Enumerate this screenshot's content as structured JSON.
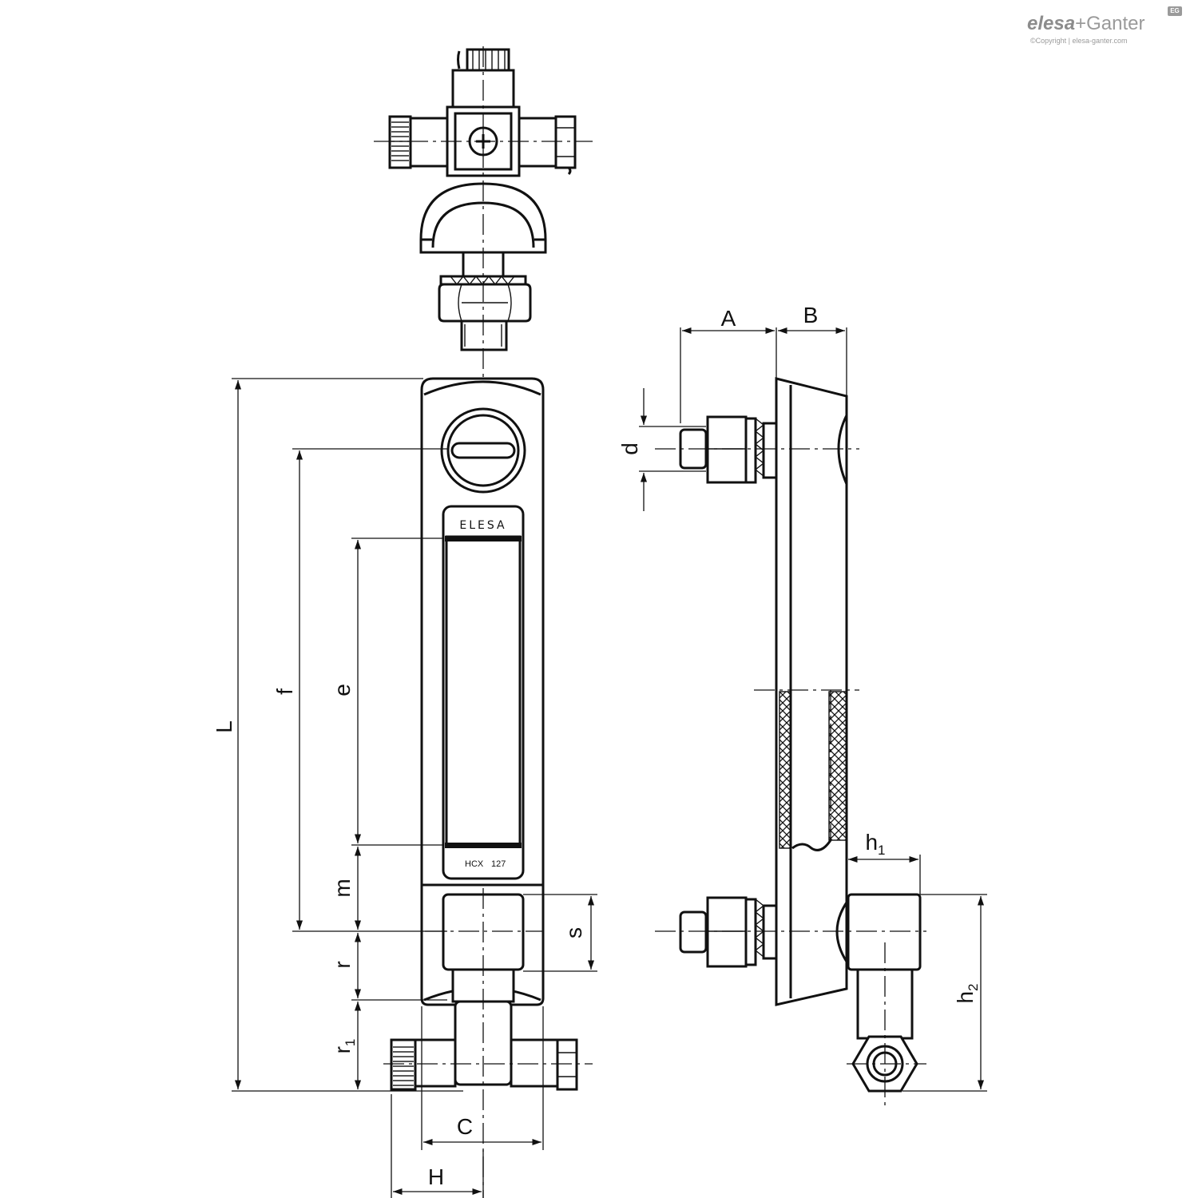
{
  "logo": {
    "brand_left": "elesa",
    "brand_right": "+Ganter",
    "copyright": "©Copyright | elesa-ganter.com",
    "badge": "EG"
  },
  "product": {
    "brand_on_window": "ELESA",
    "model_code": "HCX",
    "model_number": "127"
  },
  "dimensions": {
    "L": "L",
    "f": "f",
    "e": "e",
    "m": "m",
    "r": "r",
    "r1": "r",
    "r1_sub": "1",
    "s": "s",
    "C": "C",
    "H": "H",
    "A": "A",
    "B": "B",
    "d": "d",
    "h1": "h",
    "h1_sub": "1",
    "h2": "h",
    "h2_sub": "2"
  }
}
